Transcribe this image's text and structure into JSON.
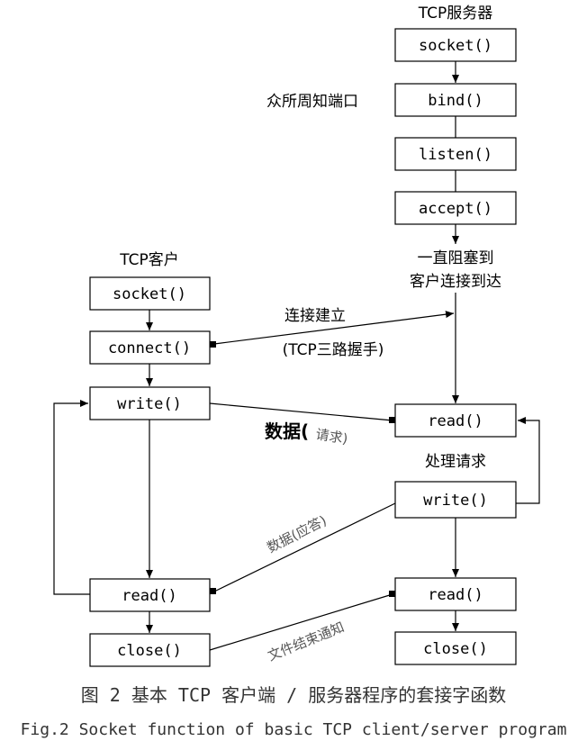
{
  "server": {
    "title": "TCP服务器",
    "socket": "socket()",
    "bind": "bind()",
    "listen": "listen()",
    "accept": "accept()",
    "well_known_port": "众所周知端口",
    "block_line1": "一直阻塞到",
    "block_line2": "客户连接到达",
    "read": "read()",
    "process": "处理请求",
    "write": "write()",
    "read2": "read()",
    "close": "close()"
  },
  "client": {
    "title": "TCP客户",
    "socket": "socket()",
    "connect": "connect()",
    "write": "write()",
    "read": "read()",
    "close": "close()"
  },
  "edges": {
    "establish": "连接建立",
    "handshake": "(TCP三路握手)",
    "data_request_main": "数据(",
    "data_request_sub": "请求)",
    "data_reply": "数据(应答)",
    "eof_notice": "文件结束通知"
  },
  "caption": {
    "cn": "图 2 基本 TCP 客户端 / 服务器程序的套接字函数",
    "en": "Fig.2 Socket function of basic TCP client/server program"
  }
}
